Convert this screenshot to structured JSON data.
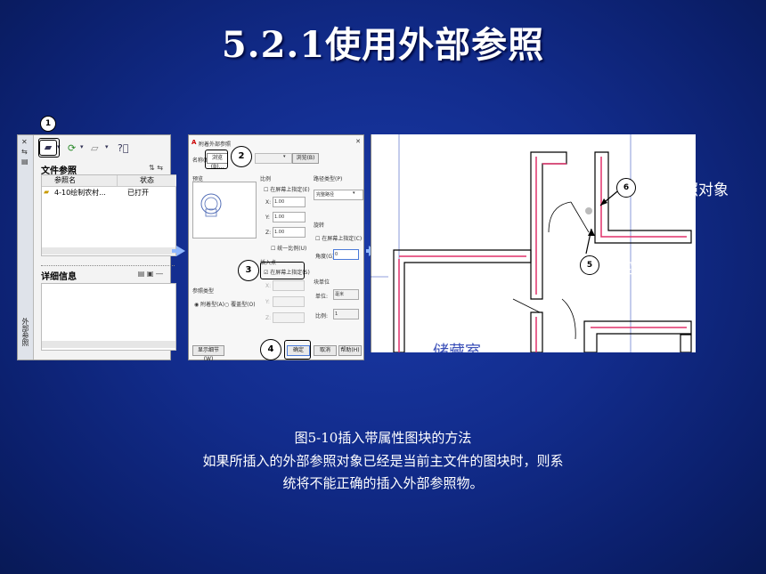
{
  "slide": {
    "title": "5.2.1使用外部参照",
    "caption": "图5-10插入带属性图块的方法",
    "body_line1": "如果所插入的外部参照对象已经是当前主文件的图块时，则系",
    "body_line2": "统将不能正确的插入外部参照物。"
  },
  "xref_palette": {
    "section_file_refs": "文件参照",
    "col_ref_name": "参照名",
    "col_status": "状态",
    "row_name": "4-10绘制农村...",
    "row_status": "已打开",
    "section_details": "详细信息",
    "side_label": "外部参照"
  },
  "dialog": {
    "title": "附着外部参照",
    "name_label": "名称(N):",
    "select_btn": "浏览(B)...",
    "preview_label": "预览",
    "scale_label": "比例",
    "onscreen_scale": "在屏幕上指定(E)",
    "x_label": "X:",
    "y_label": "Y:",
    "z_label": "Z:",
    "val_1": "1.00",
    "uniform": "统一比例(U)",
    "insert_point_label": "插入点",
    "onscreen_insert": "在屏幕上指定(S)",
    "rotation_label": "旋转",
    "onscreen_rot": "在屏幕上指定(C)",
    "angle_label": "角度(G):",
    "angle_val": "0",
    "path_type": "路径类型(P)",
    "block_unit": "块单位",
    "unit_label": "单位:",
    "unit_val": "毫米",
    "ratio_label": "比例:",
    "ratio_val": "1",
    "ref_type": "参照类型",
    "attach": "附着型(A)",
    "overlay": "覆盖型(O)",
    "details_btn": "显示细节(W)",
    "ok": "确定",
    "cancel": "取消",
    "help": "帮助(H)",
    "top_btn": "浏览(B)",
    "path_val": "完整路径"
  },
  "callouts": {
    "c1": "1",
    "c2": "2",
    "c3": "3",
    "c4": "4",
    "c5": "5",
    "c6": "6",
    "label5": "指定插入基点",
    "label6": "外部参照对象"
  },
  "plan": {
    "room_label": "储藏室"
  },
  "colors": {
    "slide_bg": "#122c8c",
    "wall": "#e0306a",
    "arrow": "#8fb7ff"
  }
}
